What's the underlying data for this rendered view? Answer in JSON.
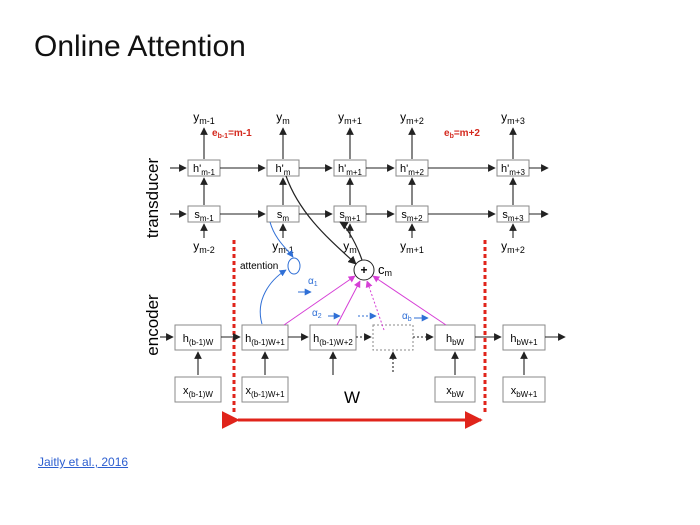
{
  "slide": {
    "title": "Online Attention",
    "citation": "Jaitly et al., 2016"
  },
  "diagram": {
    "side_labels": {
      "transducer": "transducer",
      "encoder": "encoder"
    },
    "annotations": {
      "eb1": {
        "main": "e",
        "sub": "b-1",
        "rest": "=m-1"
      },
      "eb": {
        "main": "e",
        "sub": "b",
        "rest": "=m+2"
      },
      "attention": "attention",
      "window": "W",
      "plus": "+",
      "cm": {
        "main": "c",
        "sub": "m"
      }
    },
    "alphas": [
      {
        "main": "α",
        "sub": "1"
      },
      {
        "main": "α",
        "sub": "2"
      },
      {
        "main": "α",
        "sub": "b"
      }
    ],
    "transducer_columns": [
      {
        "y_out": {
          "main": "y",
          "sub": "m-1"
        },
        "h": {
          "main": "h'",
          "sub": "m-1"
        },
        "s": {
          "main": "s",
          "sub": "m-1"
        },
        "y_in": {
          "main": "y",
          "sub": "m-2"
        }
      },
      {
        "y_out": {
          "main": "y",
          "sub": "m"
        },
        "h": {
          "main": "h'",
          "sub": "m"
        },
        "s": {
          "main": "s",
          "sub": "m"
        },
        "y_in": {
          "main": "y",
          "sub": "m-1"
        }
      },
      {
        "y_out": {
          "main": "y",
          "sub": "m+1"
        },
        "h": {
          "main": "h'",
          "sub": "m+1"
        },
        "s": {
          "main": "s",
          "sub": "m+1"
        },
        "y_in": {
          "main": "y",
          "sub": "m"
        }
      },
      {
        "y_out": {
          "main": "y",
          "sub": "m+2"
        },
        "h": {
          "main": "h'",
          "sub": "m+2"
        },
        "s": {
          "main": "s",
          "sub": "m+2"
        },
        "y_in": {
          "main": "y",
          "sub": "m+1"
        }
      },
      {
        "y_out": {
          "main": "y",
          "sub": "m+3"
        },
        "h": {
          "main": "h'",
          "sub": "m+3"
        },
        "s": {
          "main": "s",
          "sub": "m+3"
        },
        "y_in": {
          "main": "y",
          "sub": "m+2"
        }
      }
    ],
    "encoder_hidden": [
      {
        "main": "h",
        "sub": "(b-1)W"
      },
      {
        "main": "h",
        "sub": "(b-1)W+1"
      },
      {
        "main": "h",
        "sub": "(b-1)W+2"
      },
      {
        "main": "",
        "sub": ""
      },
      {
        "main": "h",
        "sub": "bW"
      },
      {
        "main": "h",
        "sub": "bW+1"
      }
    ],
    "encoder_inputs": [
      {
        "main": "x",
        "sub": "(b-1)W"
      },
      {
        "main": "x",
        "sub": "(b-1)W+1"
      },
      {
        "main": "x",
        "sub": "bW"
      },
      {
        "main": "x",
        "sub": "bW+1"
      }
    ],
    "colors": {
      "attention_blue": "#2f6fd6",
      "attention_magenta": "#d63fd6",
      "window_red": "#e0241b",
      "annotation_red": "#d42a1f",
      "box_border": "#8a8a8a"
    }
  }
}
